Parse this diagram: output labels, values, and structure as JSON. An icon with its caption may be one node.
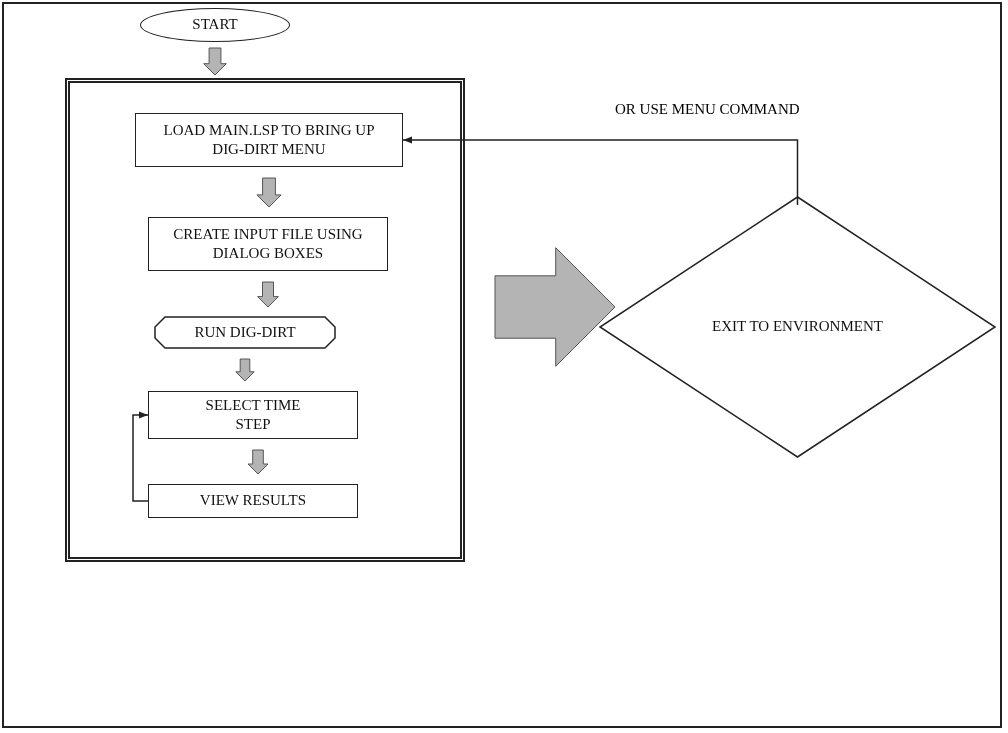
{
  "diagram": {
    "nodes": [
      {
        "text": [
          "START"
        ]
      },
      {
        "text": [],
        "shape": "box"
      },
      {
        "text": [
          "LOAD MAIN.LSP TO BRING UP DIG-DIRT MENU"
        ],
        "in": 1
      },
      {
        "text": [
          "CREATE INPUT FILE USING DIALOG BOXES"
        ],
        "in": 1
      },
      {
        "text": [
          "RUN DIG-DIRT"
        ],
        "in": 1
      },
      {
        "text": [
          "SELECT TIME STEP"
        ],
        "in": 1
      },
      {
        "text": [
          "VIEW RESULTS"
        ],
        "in": 1
      },
      {
        "text": [
          "EXIT TO ENVIRONMENT"
        ]
      }
    ],
    "edges": [
      {
        "from": 0,
        "to": 1,
        "arrow": "to",
        "style": "thick",
        "color": "#b4b4b4"
      },
      {
        "from": 2,
        "to": 3,
        "arrow": "to",
        "style": "thick",
        "color": "#b4b4b4"
      },
      {
        "from": 3,
        "to": 4,
        "arrow": "to",
        "style": "thick",
        "color": "#b4b4b4"
      },
      {
        "from": 4,
        "to": 5,
        "arrow": "to",
        "style": "thick",
        "color": "#b4b4b4"
      },
      {
        "from": 5,
        "to": 6,
        "arrow": "to",
        "style": "thick",
        "color": "#b4b4b4"
      },
      {
        "from": 6,
        "to": 5,
        "arrow": "to"
      },
      {
        "from": 1,
        "to": 7,
        "arrow": "to",
        "style": "thick",
        "color": "#b4b4b4"
      },
      {
        "from": 7,
        "to": 2,
        "arrow": "to",
        "label": "OR USE MENU COMMAND"
      }
    ]
  }
}
